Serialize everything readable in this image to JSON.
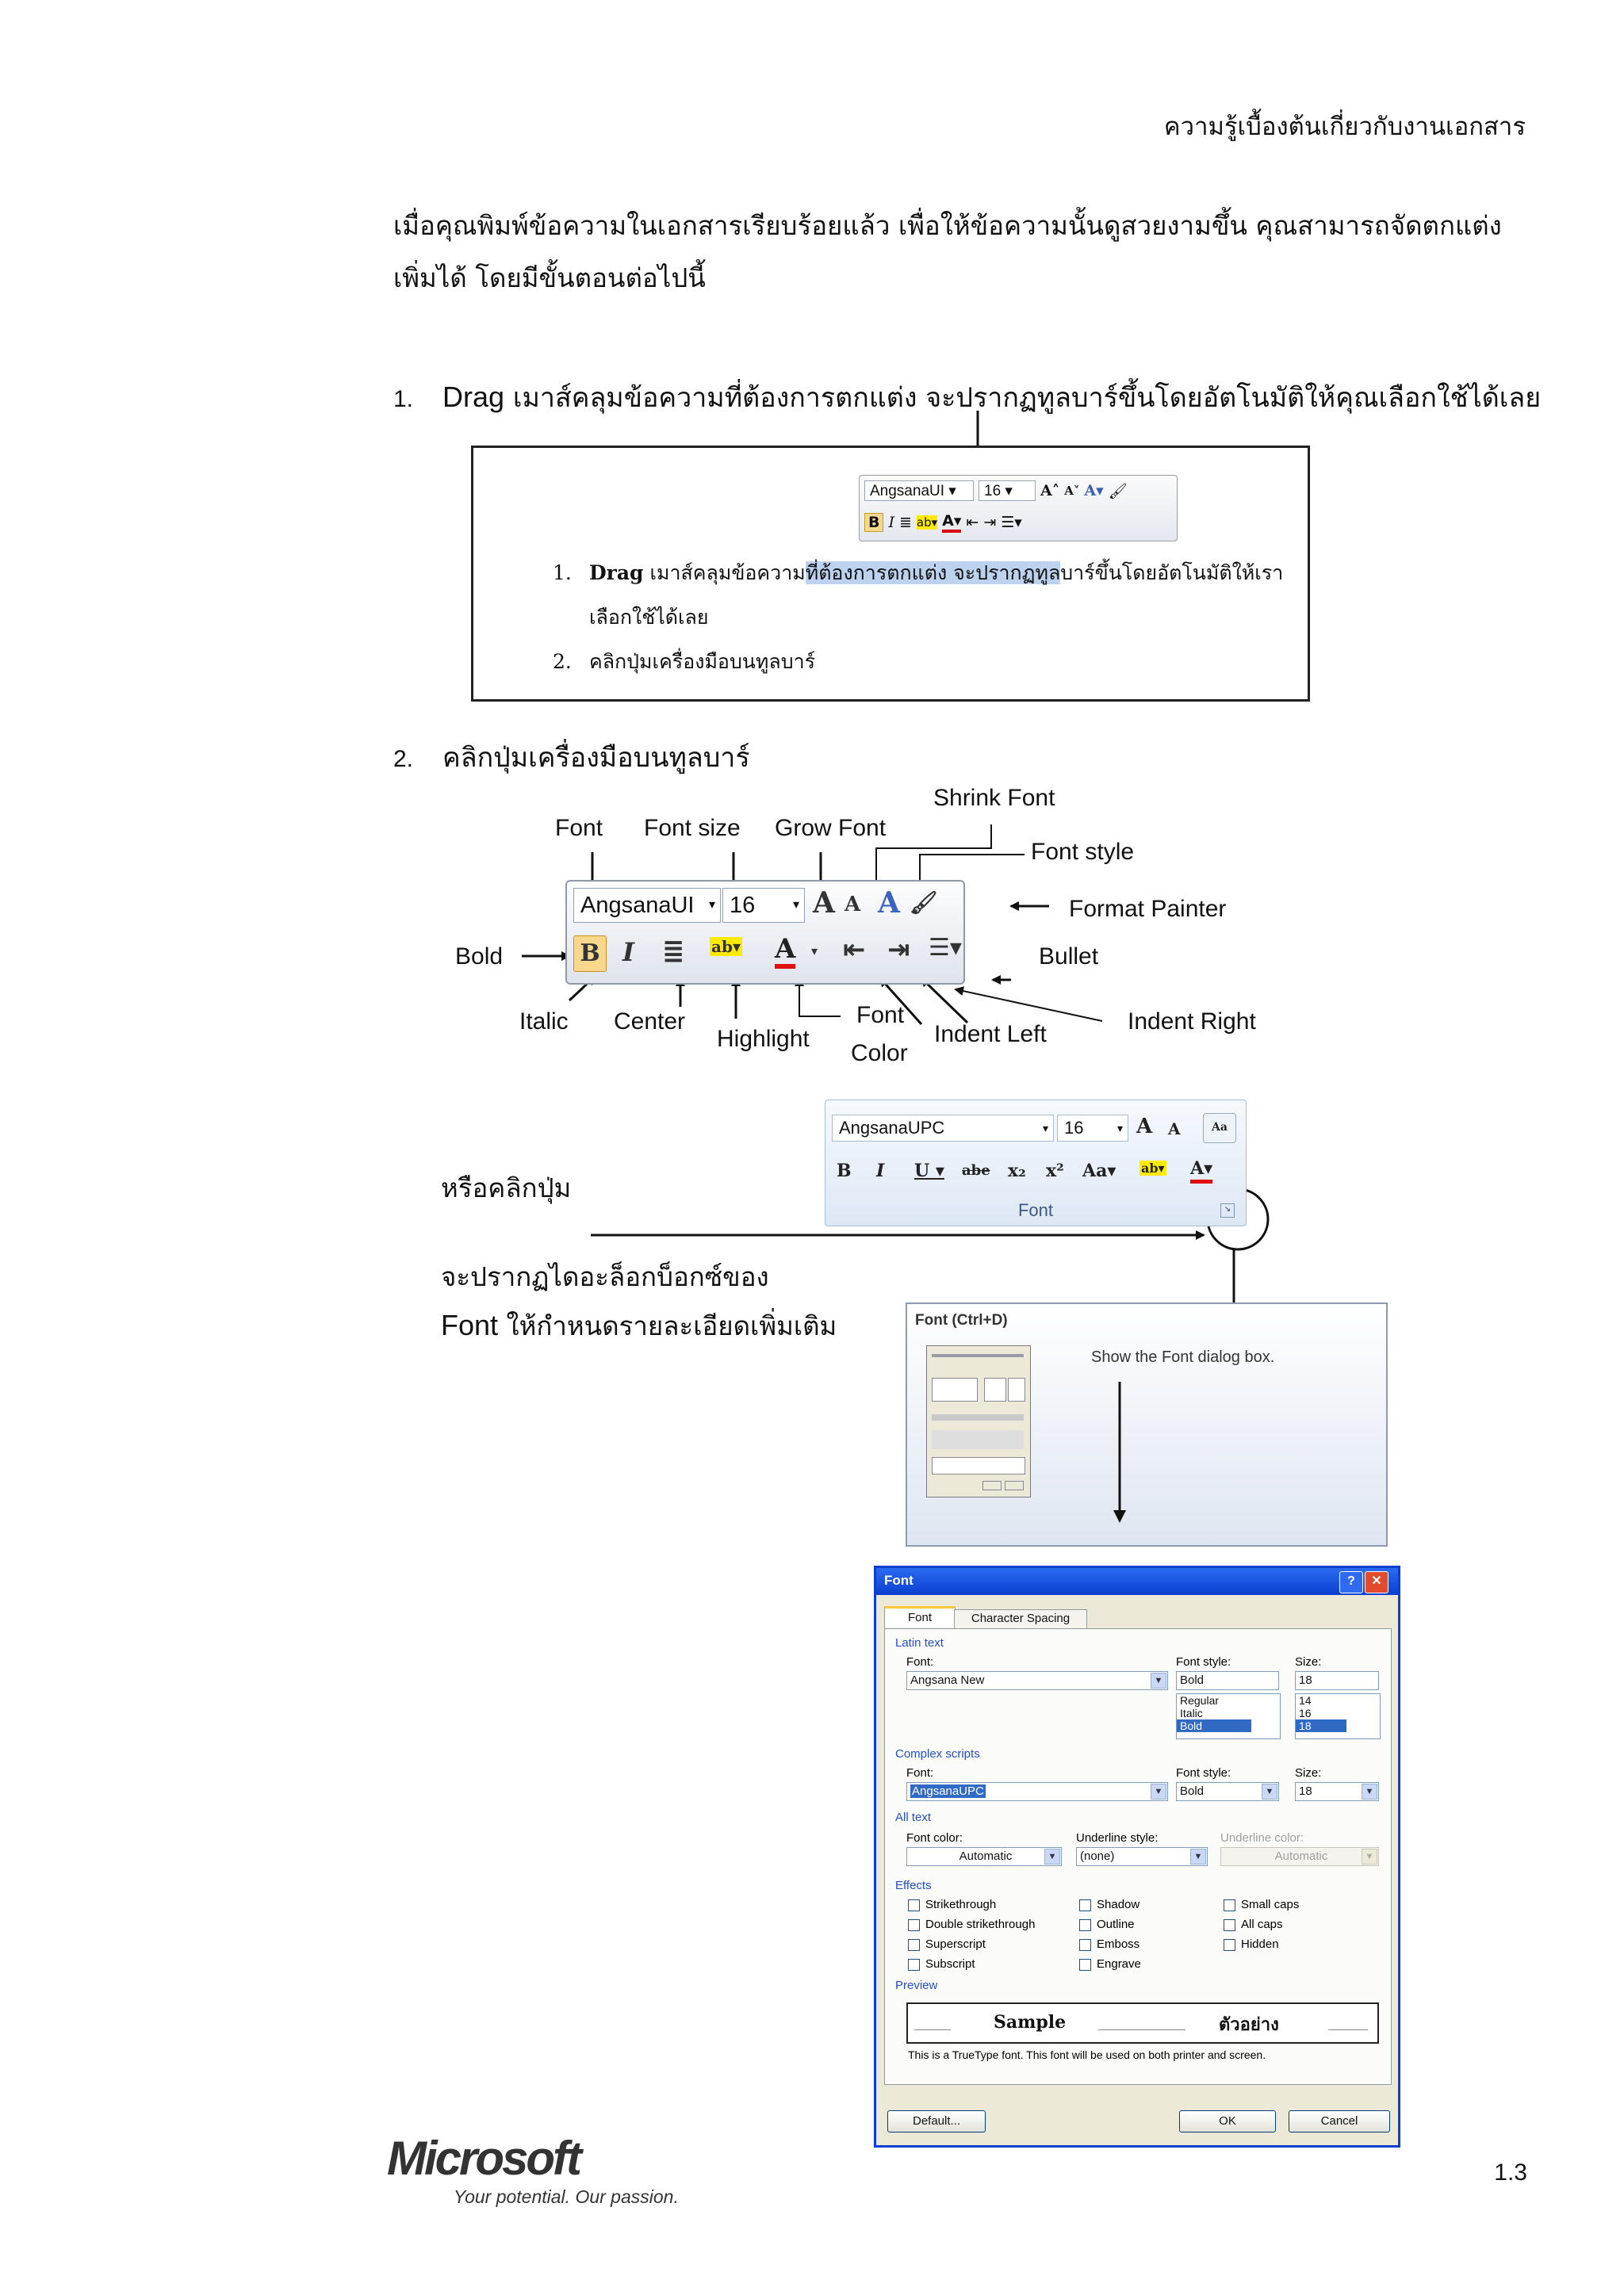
{
  "header": {
    "title": "ความรู้เบื้องต้นเกี่ยวกับงานเอกสาร"
  },
  "intro": "เมื่อคุณพิมพ์ข้อความในเอกสารเรียบร้อยแล้ว เพื่อให้ข้อความนั้นดูสวยงามขึ้น คุณสามารถจัดตกแต่งเพิ่มได้ โดยมีขั้นตอนต่อไปนี้",
  "step1": {
    "number": "1.",
    "keyword": "Drag",
    "text": " เมาส์คลุมข้อความที่ต้องการตกแต่ง จะปรากฏทูลบาร์ขึ้นโดยอัตโนมัติให้คุณเลือกใช้ได้เลย"
  },
  "step2": {
    "number": "2.",
    "text": "คลิกปุ่มเครื่องมือบนทูลบาร์"
  },
  "figure1": {
    "toolbar": {
      "font": "AngsanaUI",
      "size": "16"
    },
    "list": [
      {
        "num": "1.",
        "bold": "Drag",
        "pre": " เมาส์คลุมข้อความ",
        "highlight": "ที่ต้องการตกแต่ง จะปรากฏทูล",
        "post": "บาร์ขึ้นโดยอัตโนมัติให้เรา"
      },
      {
        "num": "",
        "text": "เลือกใช้ได้เลย"
      },
      {
        "num": "2.",
        "text": "คลิกปุ่มเครื่องมือบนทูลบาร์"
      }
    ]
  },
  "figure2": {
    "toolbar": {
      "font": "AngsanaUI",
      "size": "16"
    },
    "labels": {
      "font": "Font",
      "font_size": "Font size",
      "grow_font": "Grow Font",
      "shrink_font": "Shrink Font",
      "font_style": "Font style",
      "format_painter": "Format Painter",
      "bold": "Bold",
      "bullet": "Bullet",
      "italic": "Italic",
      "center": "Center",
      "highlight": "Highlight",
      "font_color_1": "Font",
      "font_color_2": "Color",
      "indent_left": "Indent Left",
      "indent_right": "Indent Right"
    }
  },
  "ribbon": {
    "font": "AngsanaUPC",
    "size": "16",
    "group_label": "Font"
  },
  "or_click": "หรือคลิกปุ่ม",
  "dialog_note": {
    "line1": "จะปรากฏไดอะล็อกบ็อกซ์ของ",
    "keyword": "Font",
    "line2": " ให้กำหนดรายละเอียดเพิ่มเติม"
  },
  "tooltip": {
    "title": "Font (Ctrl+D)",
    "desc": "Show the Font dialog box."
  },
  "dialog": {
    "title": "Font",
    "tabs": [
      "Font",
      "Character Spacing"
    ],
    "latin": {
      "section": "Latin text",
      "font_label": "Font:",
      "font": "Angsana New",
      "style_label": "Font style:",
      "style": "Bold",
      "style_list": [
        "Regular",
        "Italic",
        "Bold"
      ],
      "size_label": "Size:",
      "size": "18",
      "size_list": [
        "14",
        "16",
        "18"
      ]
    },
    "complex": {
      "section": "Complex scripts",
      "font_label": "Font:",
      "font": "AngsanaUPC",
      "style_label": "Font style:",
      "style": "Bold",
      "size_label": "Size:",
      "size": "18"
    },
    "all": {
      "section": "All text",
      "color_label": "Font color:",
      "color": "Automatic",
      "underline_label": "Underline style:",
      "underline": "(none)",
      "ucolor_label": "Underline color:",
      "ucolor": "Automatic"
    },
    "effects": {
      "section": "Effects",
      "col1": [
        "Strikethrough",
        "Double strikethrough",
        "Superscript",
        "Subscript"
      ],
      "col2": [
        "Shadow",
        "Outline",
        "Emboss",
        "Engrave"
      ],
      "col3": [
        "Small caps",
        "All caps",
        "Hidden"
      ]
    },
    "preview": {
      "section": "Preview",
      "sample": "Sample",
      "sample_th": "ตัวอย่าง",
      "note": "This is a TrueType font. This font will be used on both printer and screen."
    },
    "buttons": {
      "default": "Default...",
      "ok": "OK",
      "cancel": "Cancel"
    }
  },
  "footer": {
    "logo": "Microsoft",
    "tagline": "Your potential. Our passion.",
    "page": "1.3"
  }
}
